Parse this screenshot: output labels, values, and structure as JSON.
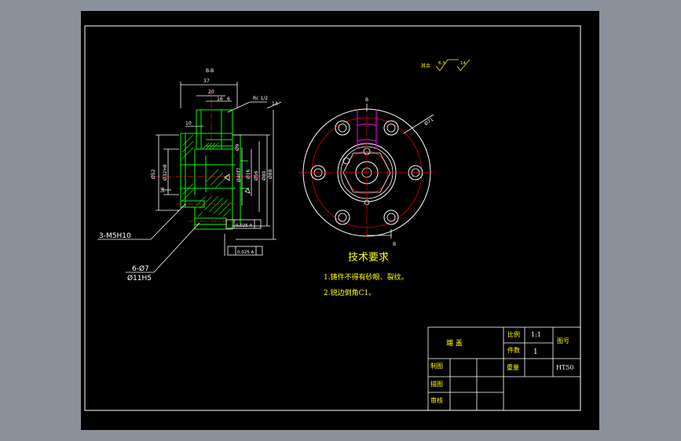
{
  "colors": {
    "background": "#8a919b",
    "sheet": "#000000",
    "outline": "#ffffff",
    "geometry": "#00ff00",
    "hatch": "#00ff00",
    "dimension": "#ffffff",
    "center_line": "#ff0000",
    "highlight": "#ff00ff",
    "text_yellow": "#ffff00",
    "leader": "#ffffff"
  },
  "section_view": {
    "section_label": "B-B",
    "dims": {
      "d37": "37",
      "d20": "20",
      "d16": "16",
      "d6": "6",
      "d10": "10",
      "rc": "Rc 1/2",
      "d14": "14",
      "left1": "Ø52",
      "left2": "Ø32H8",
      "left3": "16",
      "inner1": "Ø40f7",
      "inner2": "Ø16",
      "inner3": "Ø56",
      "inner4": "Ø80",
      "right": "Ø88",
      "mid": "Ø9"
    },
    "tolerance1": "0.025 A",
    "tolerance2": "0.025 A",
    "note1": "3-M5H10",
    "note2": "6-Ø7",
    "note3": "Ø11H5"
  },
  "front_view": {
    "roughness": "其余",
    "roughness_value": "6.3",
    "cut_label_top": "B",
    "cut_label_bottom": "B",
    "diameter": "Ø71"
  },
  "tech_requirements": {
    "title": "技术要求",
    "item1": "1.铸件不得有砂眼、裂纹。",
    "item2": "2.锐边倒角C1。"
  },
  "title_block": {
    "part_name": "端   盖",
    "scale_label": "比例",
    "scale_value": "1:1",
    "count_label": "件数",
    "count_value": "1",
    "drawing_no_label": "图号",
    "draw_label": "制图",
    "weight_label": "重量",
    "material_value": "HT50",
    "trace_label": "描图",
    "check_label": "审核"
  }
}
